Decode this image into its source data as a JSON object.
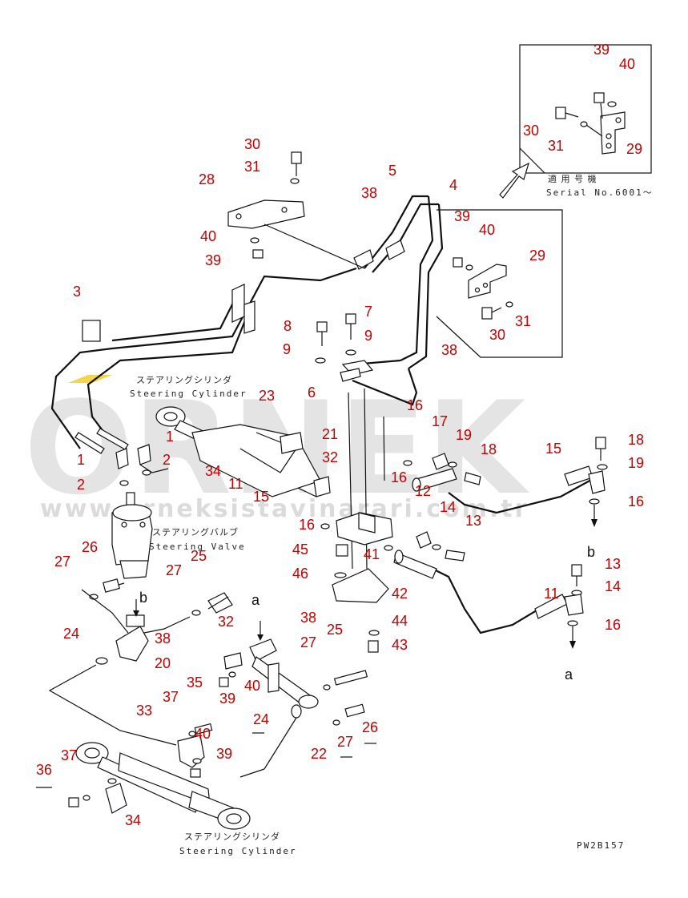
{
  "watermark": {
    "brand": "ORNEK",
    "url": "www.orneksistavinarari.com.tr"
  },
  "captions": {
    "steering_cylinder_jp": "ステアリングシリンダ",
    "steering_cylinder_en": "Steering Cylinder",
    "steering_valve_jp": "ステアリングバルブ",
    "steering_valve_en": "Steering Valve",
    "bottom_cylinder_jp": "ステアリングシリンダ",
    "bottom_cylinder_en": "Steering Cylinder",
    "serial_jp": "適 用 号 機",
    "serial_en": "Serial No.6001～",
    "drawing_code": "PW2B157"
  },
  "ref_letters": {
    "a": "a",
    "b": "b"
  },
  "callouts": [
    "39",
    "40",
    "30",
    "31",
    "29",
    "30",
    "31",
    "5",
    "4",
    "28",
    "38",
    "39",
    "40",
    "29",
    "40",
    "39",
    "30",
    "31",
    "3",
    "7",
    "8",
    "9",
    "9",
    "38",
    "23",
    "6",
    "16",
    "21",
    "32",
    "1",
    "1",
    "2",
    "2",
    "34",
    "11",
    "15",
    "17",
    "19",
    "18",
    "15",
    "18",
    "19",
    "16",
    "16",
    "12",
    "14",
    "13",
    "16",
    "26",
    "27",
    "25",
    "27",
    "45",
    "41",
    "46",
    "42",
    "44",
    "43",
    "13",
    "14",
    "11",
    "16",
    "24",
    "38",
    "20",
    "32",
    "38",
    "27",
    "25",
    "40",
    "39",
    "33",
    "37",
    "35",
    "40",
    "24",
    "27",
    "26",
    "22",
    "37",
    "39",
    "36",
    "34"
  ]
}
